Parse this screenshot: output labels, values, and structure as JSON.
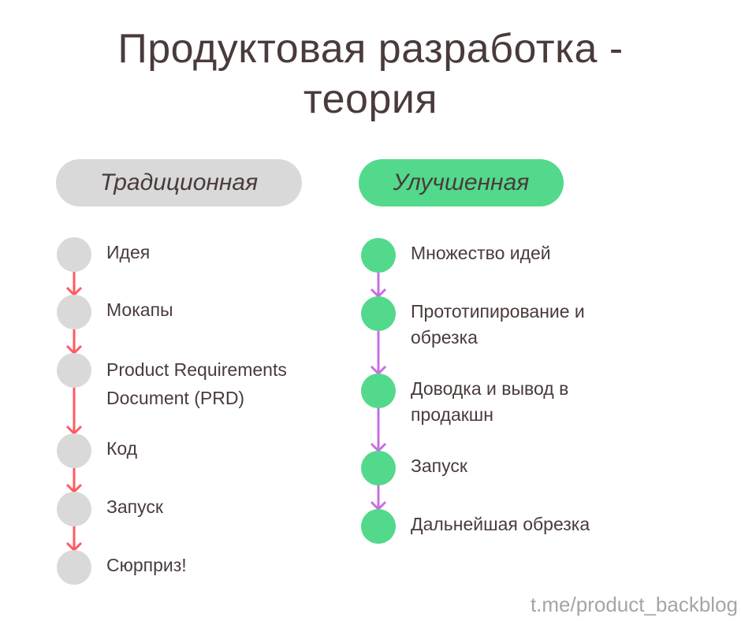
{
  "title": {
    "line1": "Продуктовая разработка -",
    "line2": "теория"
  },
  "columns": {
    "traditional": {
      "header": "Традиционная",
      "circle_color": "#d9d9d9",
      "arrow_color": "#ff5a5f",
      "steps": [
        {
          "line1": "Идея",
          "line2": ""
        },
        {
          "line1": "Мокапы",
          "line2": ""
        },
        {
          "line1": "Product Requirements",
          "line2": "Document (PRD)"
        },
        {
          "line1": "Код",
          "line2": ""
        },
        {
          "line1": "Запуск",
          "line2": ""
        },
        {
          "line1": "Сюрприз!",
          "line2": ""
        }
      ]
    },
    "improved": {
      "header": "Улучшенная",
      "circle_color": "#52d98c",
      "arrow_color": "#c86ee0",
      "steps": [
        {
          "line1": "Множество идей",
          "line2": ""
        },
        {
          "line1": "Прототипирование и",
          "line2": "обрезка"
        },
        {
          "line1": "Доводка и вывод в",
          "line2": "продакшн"
        },
        {
          "line1": "Запуск",
          "line2": ""
        },
        {
          "line1": "Дальнейшая обрезка",
          "line2": ""
        }
      ]
    }
  },
  "footer": {
    "link": "t.me/product_backblog"
  }
}
